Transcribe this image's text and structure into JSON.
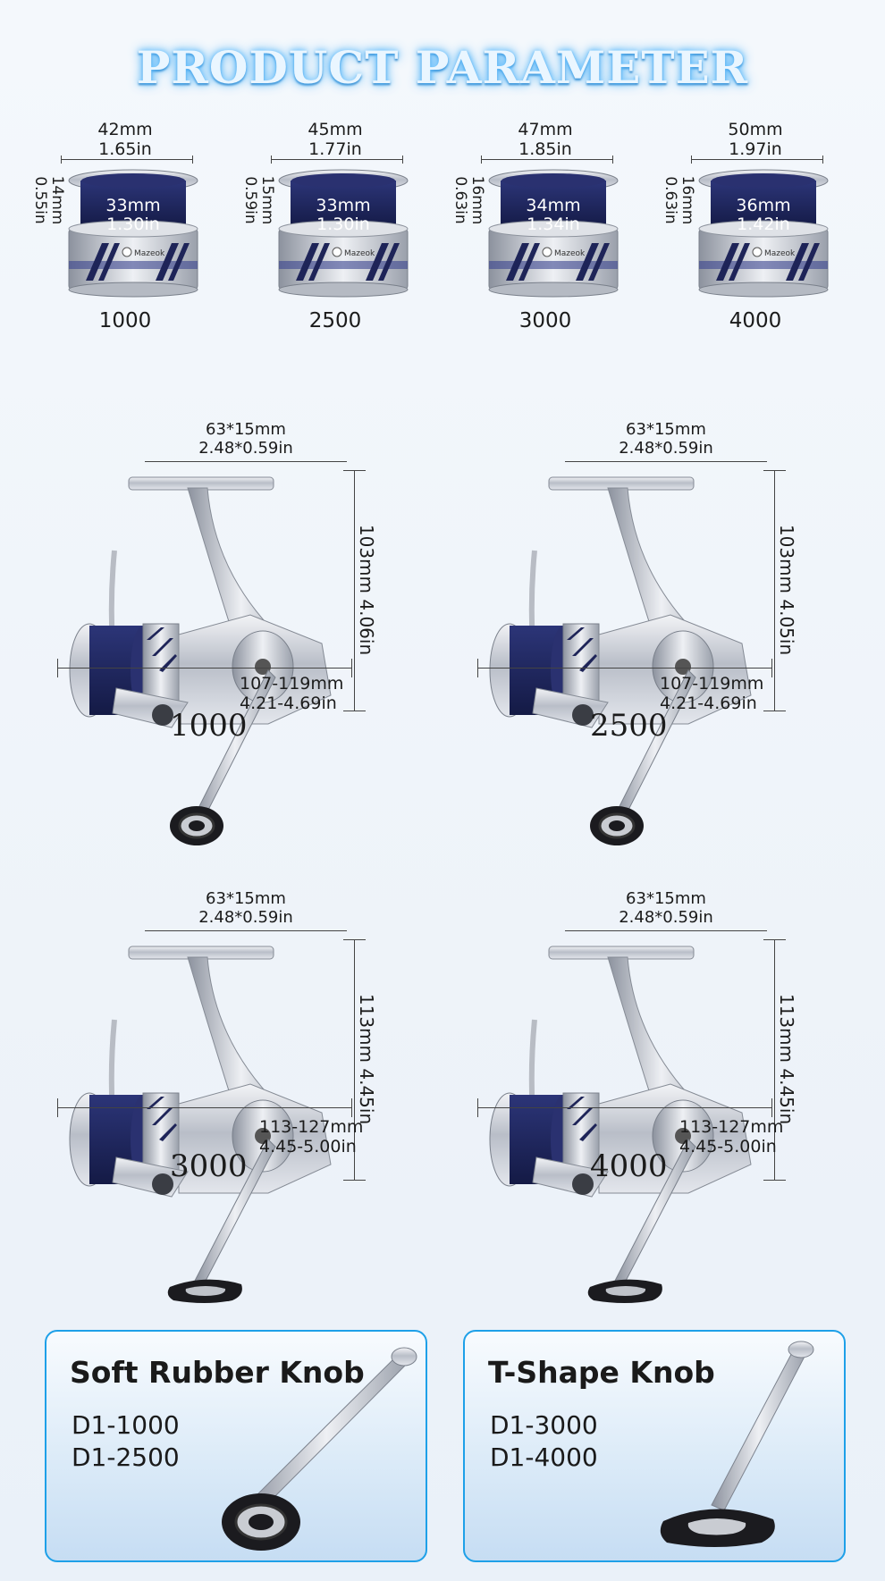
{
  "title": "PRODUCT PARAMETER",
  "spools": [
    {
      "diam_mm": "42mm",
      "diam_in": "1.65in",
      "depth_mm": "14mm",
      "depth_in": "0.55in",
      "core_mm": "33mm",
      "core_in": "1.30in",
      "model": "1000"
    },
    {
      "diam_mm": "45mm",
      "diam_in": "1.77in",
      "depth_mm": "15mm",
      "depth_in": "0.59in",
      "core_mm": "33mm",
      "core_in": "1.30in",
      "model": "2500"
    },
    {
      "diam_mm": "47mm",
      "diam_in": "1.85in",
      "depth_mm": "16mm",
      "depth_in": "0.63in",
      "core_mm": "34mm",
      "core_in": "1.34in",
      "model": "3000"
    },
    {
      "diam_mm": "50mm",
      "diam_in": "1.97in",
      "depth_mm": "16mm",
      "depth_in": "0.63in",
      "core_mm": "36mm",
      "core_in": "1.42in",
      "model": "4000"
    }
  ],
  "spool_brand": "Mazeok",
  "reels": [
    {
      "top_mm": "63*15mm",
      "top_in": "2.48*0.59in",
      "height": "103mm 4.06in",
      "width_mm": "107-119mm",
      "width_in": "4.21-4.69in",
      "model": "1000",
      "knob": "round"
    },
    {
      "top_mm": "63*15mm",
      "top_in": "2.48*0.59in",
      "height": "103mm 4.05in",
      "width_mm": "107-119mm",
      "width_in": "4.21-4.69in",
      "model": "2500",
      "knob": "round"
    },
    {
      "top_mm": "63*15mm",
      "top_in": "2.48*0.59in",
      "height": "113mm 4.45in",
      "width_mm": "113-127mm",
      "width_in": "4.45-5.00in",
      "model": "3000",
      "knob": "t"
    },
    {
      "top_mm": "63*15mm",
      "top_in": "2.48*0.59in",
      "height": "113mm 4.45in",
      "width_mm": "113-127mm",
      "width_in": "4.45-5.00in",
      "model": "4000",
      "knob": "t"
    }
  ],
  "cards": [
    {
      "title": "Soft Rubber Knob",
      "models": [
        "D1-1000",
        "D1-2500"
      ]
    },
    {
      "title": "T-Shape Knob",
      "models": [
        "D1-3000",
        "D1-4000"
      ]
    }
  ],
  "colors": {
    "accent": "#1ea0e8",
    "spool_blue": "#1e2458",
    "silver": "#cfd3da"
  }
}
